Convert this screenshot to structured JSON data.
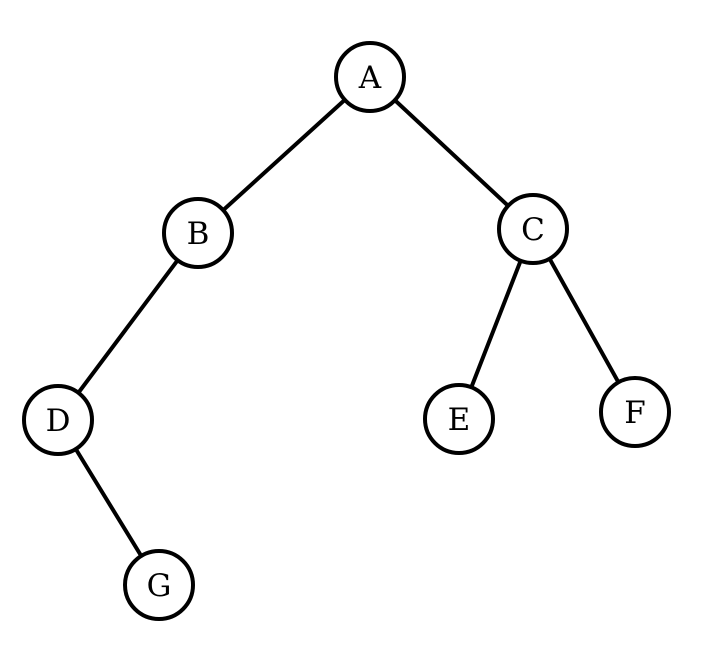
{
  "colors": {
    "background": "#ffffff",
    "stroke": "#000000",
    "text": "#000000"
  },
  "tree": {
    "nodes": [
      {
        "id": "A",
        "label": "A"
      },
      {
        "id": "B",
        "label": "B"
      },
      {
        "id": "C",
        "label": "C"
      },
      {
        "id": "D",
        "label": "D"
      },
      {
        "id": "E",
        "label": "E"
      },
      {
        "id": "F",
        "label": "F"
      },
      {
        "id": "G",
        "label": "G"
      }
    ],
    "edges": [
      {
        "from": "A",
        "to": "B"
      },
      {
        "from": "A",
        "to": "C"
      },
      {
        "from": "B",
        "to": "D"
      },
      {
        "from": "C",
        "to": "E"
      },
      {
        "from": "C",
        "to": "F"
      },
      {
        "from": "D",
        "to": "G"
      }
    ]
  }
}
